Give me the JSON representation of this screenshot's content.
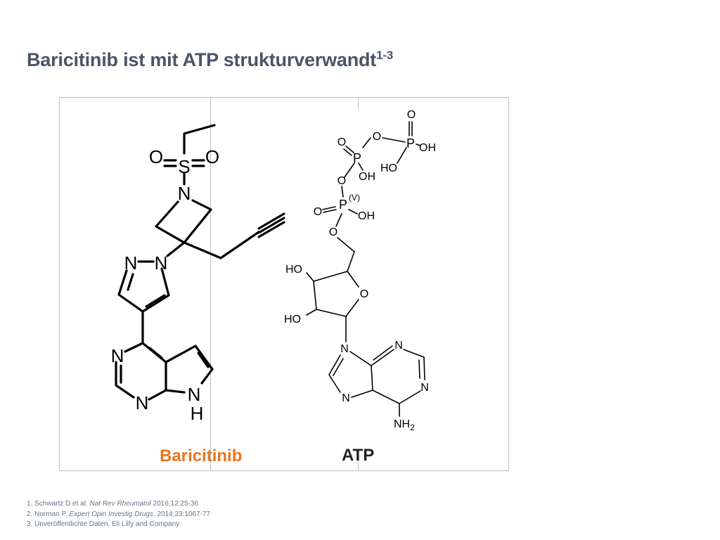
{
  "title": {
    "text": "Baricitinib ist mit ATP strukturverwandt",
    "sup": "1-3"
  },
  "baricitinib": {
    "caption": "Baricitinib",
    "caption_color": "#e87722",
    "atoms": {
      "S": "S",
      "O1": "O",
      "O2": "O",
      "N_az": "N",
      "N1": "N",
      "N2": "N",
      "N3": "N",
      "N4": "N",
      "N5": "N",
      "H5": "H"
    }
  },
  "atp": {
    "caption": "ATP",
    "atoms": {
      "O_top": "O",
      "O_bridge": "O",
      "P_gamma": "P",
      "OH_gamma": "OH",
      "HO_gamma": "HO",
      "O_db_beta": "O",
      "P_beta": "P",
      "OH_beta": "OH",
      "O_ba": "O",
      "P_alpha": "P",
      "alpha_label": "(V)",
      "O_db_alpha": "O",
      "OH_alpha": "OH",
      "O_5": "O",
      "O_ring": "O",
      "HO_3": "HO",
      "HO_2": "HO",
      "N9": "N",
      "N1p": "N",
      "N3p": "N",
      "N7": "N",
      "NH": "NH",
      "NH_sub": "2"
    }
  },
  "references": {
    "ref1": {
      "pre": "1. Schwartz D et al. ",
      "journal": "Nat Rev Rheumatol",
      "post": " 2016;12:25-36"
    },
    "ref2": {
      "pre": "2. Norman P. ",
      "journal": "Expert Opin Investig Drugs",
      "post": ". 2014;23:1067-77"
    },
    "ref3": {
      "pre": "3. Unveröffentlichte Daten, Eli Lilly and Company.",
      "journal": "",
      "post": ""
    }
  }
}
